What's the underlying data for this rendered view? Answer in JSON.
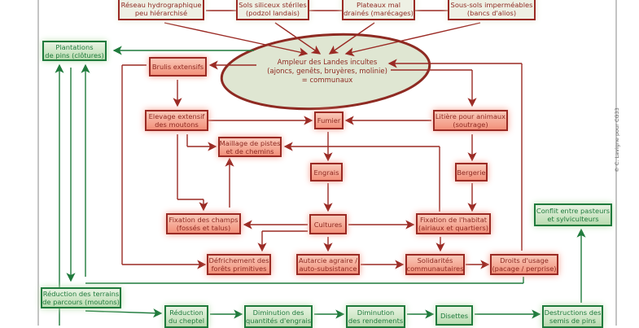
{
  "causes": [
    {
      "l1": "Réseau hydrographique",
      "l2": "peu hiérarchisé"
    },
    {
      "l1": "Sols siliceux stériles",
      "l2": "(podzol landais)"
    },
    {
      "l1": "Plateaux mal",
      "l2": "drainés (marécages)"
    },
    {
      "l1": "Sous-sols imperméables",
      "l2": "(bancs d'alios)"
    }
  ],
  "center": {
    "l1": "Ampleur des Landes incultes",
    "l2": "(ajoncs, genêts, bruyères, molinie)",
    "l3": "= communaux"
  },
  "nodes": {
    "brulis": "Brulis extensifs",
    "elevage": [
      "Elevage extensif",
      "des moutons"
    ],
    "fumier": "Fumier",
    "litiere": [
      "Litière pour animaux",
      "(soutrage)"
    ],
    "maillage": [
      "Maillage de pistes",
      "et de chemins"
    ],
    "engrais": "Engrais",
    "bergerie": "Bergerie",
    "fixchamps": [
      "Fixation des champs",
      "(fossés et talus)"
    ],
    "cultures": "Cultures",
    "fixhabitat": [
      "Fixation de l'habitat",
      "(airiaux et quartiers)"
    ],
    "defrichement": [
      "Défrichement des",
      "forêts primitives"
    ],
    "autarcie": [
      "Autarcie agraire /",
      "auto-subsistance"
    ],
    "solidarites": [
      "Solidarités",
      "communautaires"
    ],
    "droits": [
      "Droits d'usage",
      "(pacage / perprise)"
    ]
  },
  "green": {
    "plantations": [
      "Plantations",
      "de pins (clôtures)"
    ],
    "conflit": [
      "Conflit entre pasteurs",
      "et sylviculteurs"
    ],
    "reduction_terrains": [
      "Réduction des terrains",
      "de parcours (moutons)"
    ],
    "reduction_cheptel": [
      "Réduction",
      "du cheptel"
    ],
    "diminution_engrais": [
      "Diminution des",
      "quantités d'engrais"
    ],
    "diminution_rendements": [
      "Diminution",
      "des rendements"
    ],
    "disettes": "Disettes",
    "destructions": [
      "Destructions des",
      "semis de pins"
    ]
  },
  "credit": "© C. Lavigne pour CG33",
  "colors": {
    "red": "#9a2a24",
    "green": "#1f7a3c"
  }
}
